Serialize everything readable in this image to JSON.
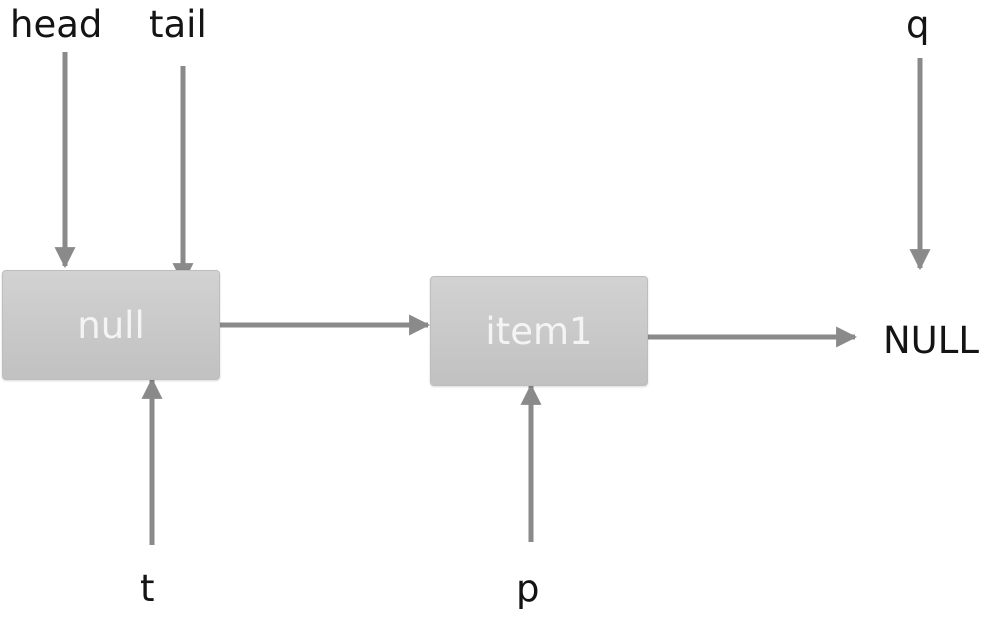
{
  "pointers": {
    "head": "head",
    "tail": "tail",
    "q": "q",
    "t": "t",
    "p": "p"
  },
  "nodes": [
    {
      "value": "null"
    },
    {
      "value": "item1"
    }
  ],
  "terminal": "NULL",
  "colors": {
    "arrow": "#8a8a8a",
    "node_fill": "#c8c8c8",
    "node_text": "#f4f4f4",
    "label_text": "#141414"
  }
}
